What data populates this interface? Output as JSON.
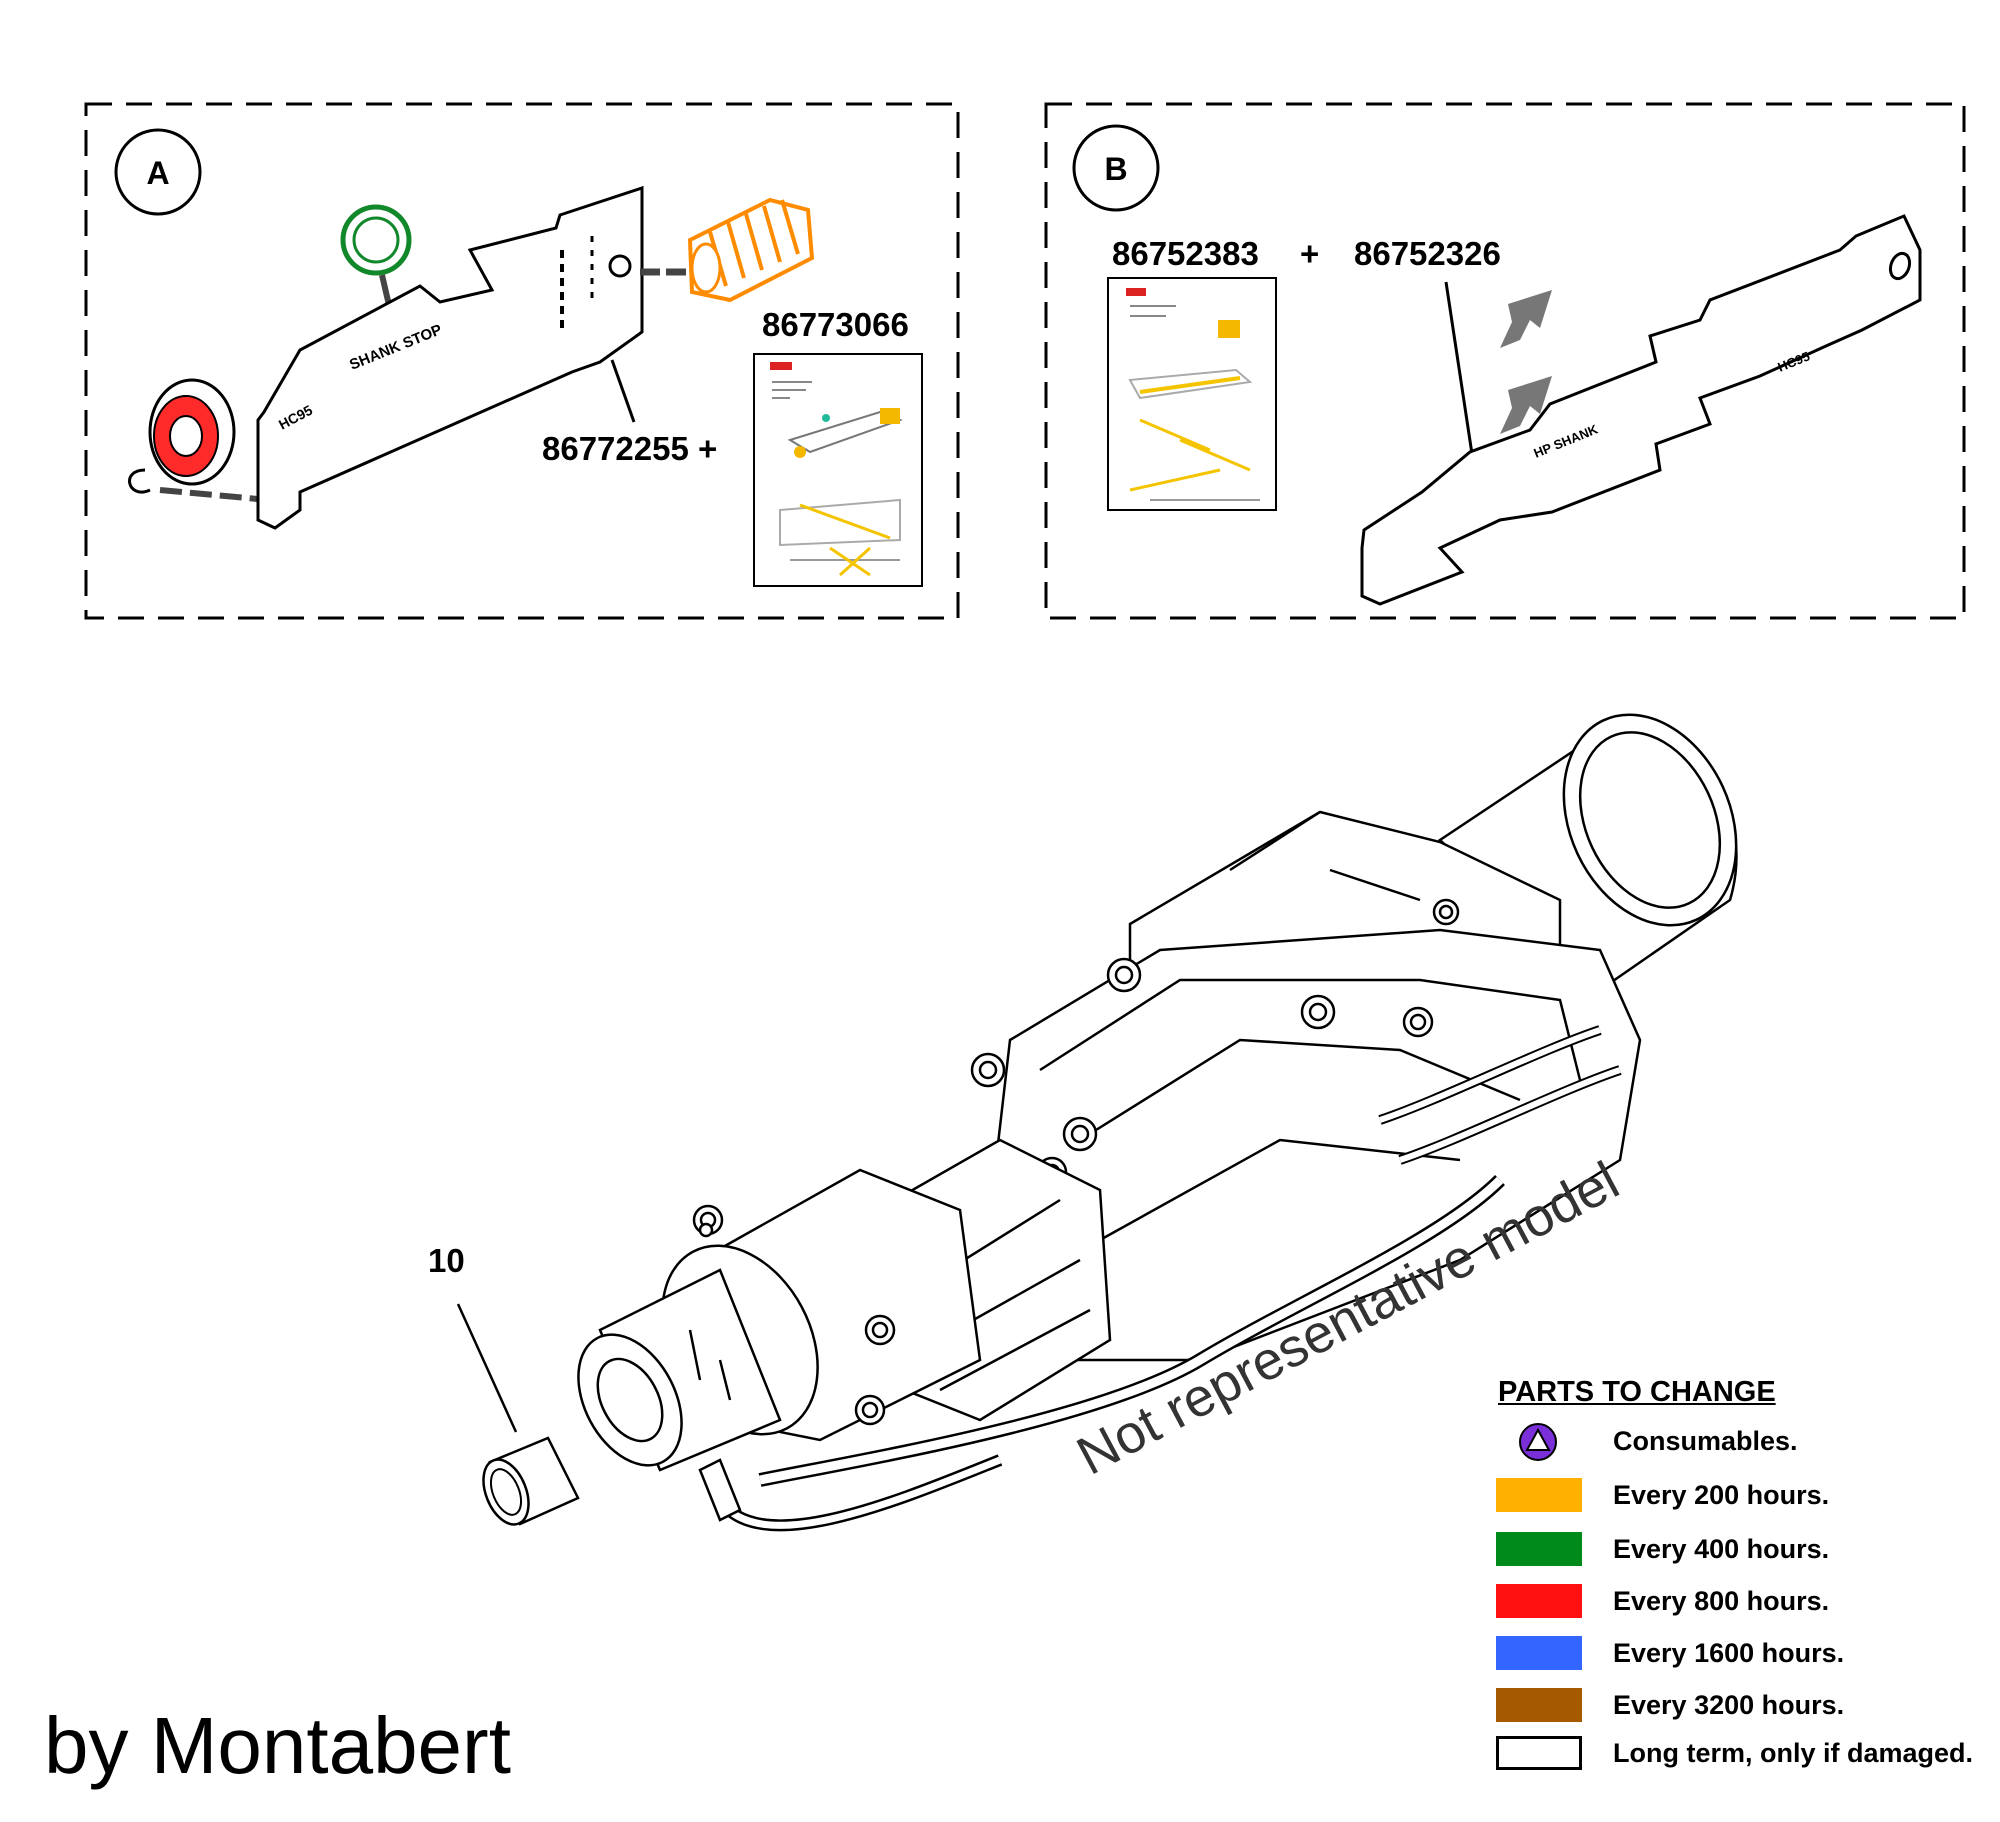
{
  "panel_a": {
    "badge": "A",
    "part_kit": "86772255 +",
    "part_doc": "86773066",
    "plate_text_1": "SHANK STOP",
    "plate_text_2": "HC95"
  },
  "panel_b": {
    "badge": "B",
    "part_doc": "86752383",
    "plus": "+",
    "part_plate": "86752326",
    "plate_text_1": "HP SHANK",
    "plate_text_2": "HC95"
  },
  "main": {
    "item_number": "10",
    "watermark": "Not representative model"
  },
  "legend": {
    "title": "PARTS TO CHANGE",
    "items": [
      {
        "label": "Consumables.",
        "icon": "triangle-circle-icon",
        "color": "#7b2fd8"
      },
      {
        "label": "Every 200 hours.",
        "color": "#ffb000"
      },
      {
        "label": "Every 400 hours.",
        "color": "#008a1a"
      },
      {
        "label": "Every 800 hours.",
        "color": "#ff1010"
      },
      {
        "label": "Every 1600 hours.",
        "color": "#3366ff"
      },
      {
        "label": "Every 3200 hours.",
        "color": "#a65a00"
      },
      {
        "label": "Long term, only if damaged.",
        "color": "#ffffff"
      }
    ]
  },
  "signature": "by Montabert"
}
